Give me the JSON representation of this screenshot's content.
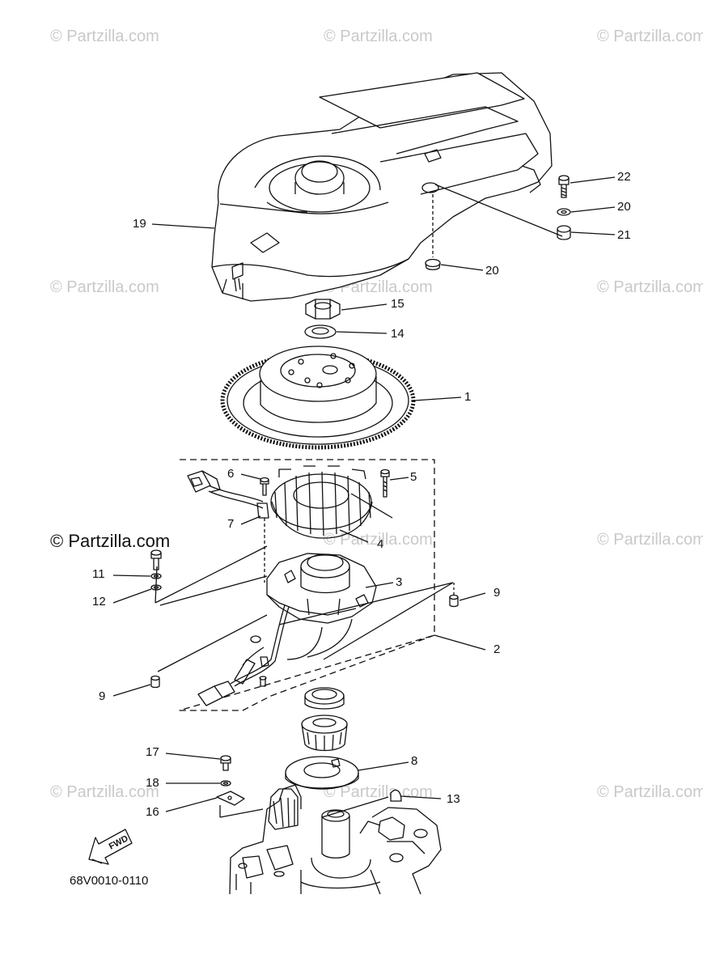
{
  "watermark": "© Partzilla.com",
  "brand_watermark": "© Partzilla.com",
  "diagram_code": "68V0010-0110",
  "fwd_label": "FWD",
  "callouts": [
    {
      "id": "c19",
      "text": "19"
    },
    {
      "id": "c22",
      "text": "22"
    },
    {
      "id": "c20a",
      "text": "20"
    },
    {
      "id": "c21",
      "text": "21"
    },
    {
      "id": "c20b",
      "text": "20"
    },
    {
      "id": "c15",
      "text": "15"
    },
    {
      "id": "c14",
      "text": "14"
    },
    {
      "id": "c1",
      "text": "1"
    },
    {
      "id": "c6",
      "text": "6"
    },
    {
      "id": "c5",
      "text": "5"
    },
    {
      "id": "c7",
      "text": "7"
    },
    {
      "id": "c4",
      "text": "4"
    },
    {
      "id": "c11",
      "text": "11"
    },
    {
      "id": "c3",
      "text": "3"
    },
    {
      "id": "c12",
      "text": "12"
    },
    {
      "id": "c9a",
      "text": "9"
    },
    {
      "id": "c2",
      "text": "2"
    },
    {
      "id": "c9b",
      "text": "9"
    },
    {
      "id": "c8",
      "text": "8"
    },
    {
      "id": "c17",
      "text": "17"
    },
    {
      "id": "c18",
      "text": "18"
    },
    {
      "id": "c13",
      "text": "13"
    },
    {
      "id": "c16",
      "text": "16"
    }
  ]
}
